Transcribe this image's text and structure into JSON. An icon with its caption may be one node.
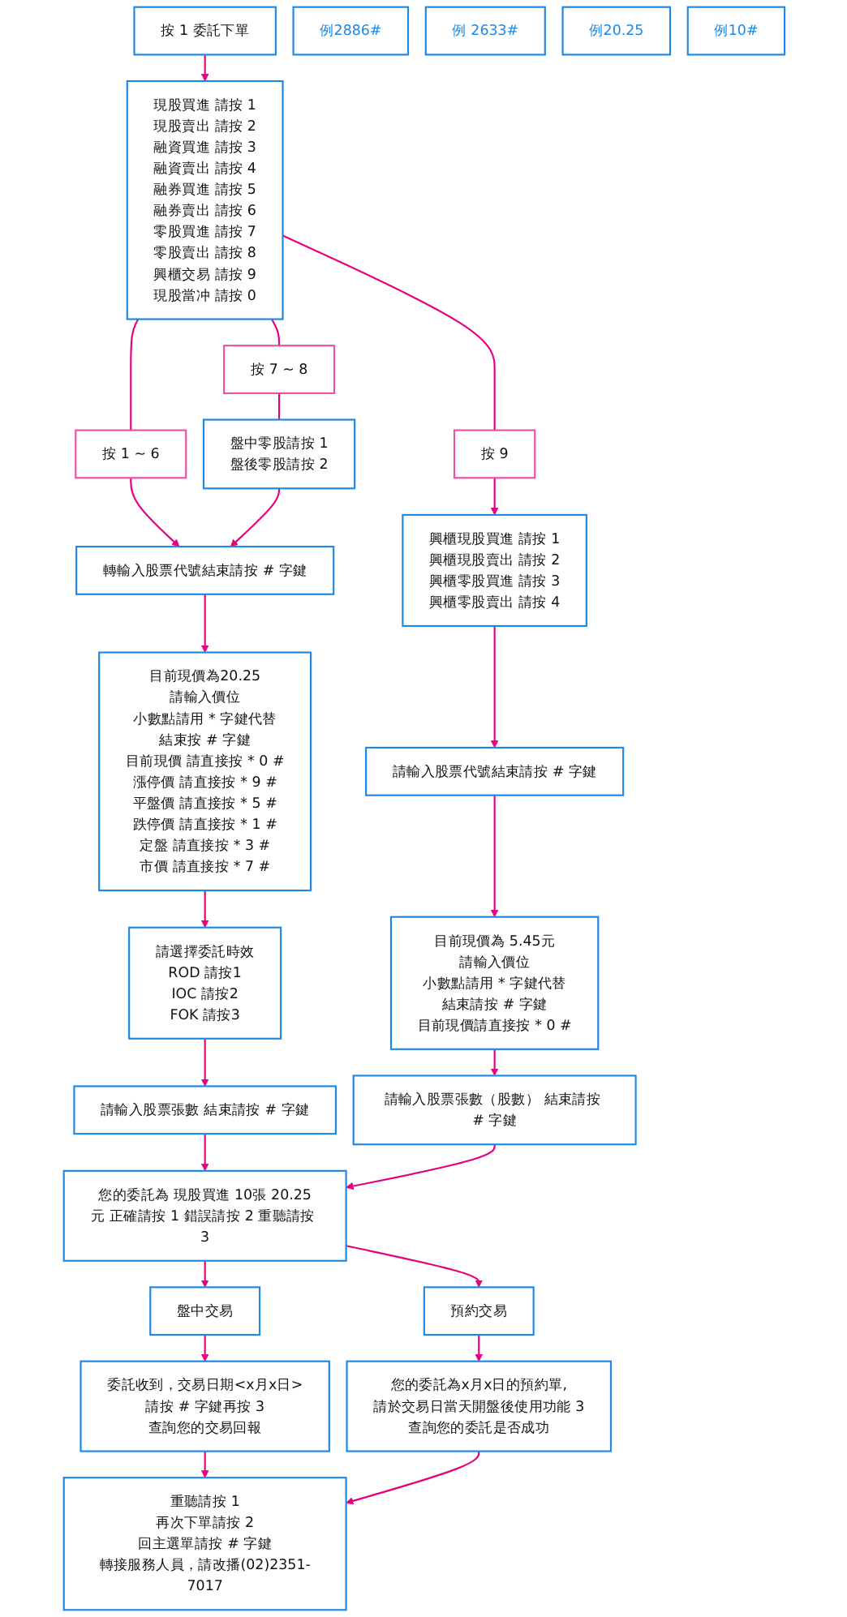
{
  "diagram": {
    "nodes": [
      {
        "text": [
          "按 1 委託下單"
        ]
      },
      {
        "text": [
          "現股買進 請按 1",
          "現股賣出 請按 2",
          "融資買進 請按 3",
          "融資賣出 請按 4",
          "融券買進 請按 5",
          "融券賣出 請按 6",
          "零股買進 請按 7",
          "零股賣出 請按 8",
          "興櫃交易 請按 9",
          "現股當冲 請按 0"
        ]
      },
      {
        "text": [
          "按 1 ~ 6"
        ]
      },
      {
        "text": [
          "按 7 ~ 8"
        ]
      },
      {
        "text": [
          "按 9"
        ]
      },
      {
        "text": [
          "盤中零股請按 1",
          "盤後零股請按 2"
        ]
      },
      {
        "text": [
          "例2886#"
        ]
      },
      {
        "text": [
          "轉輸入股票代號結束請按 # 字鍵"
        ]
      },
      {
        "text": [
          "興櫃現股買進 請按 1",
          "興櫃現股賣出 請按 2",
          "興櫃零股買進 請按 3",
          "興櫃零股賣出 請按 4"
        ]
      },
      {
        "text": [
          "目前現價為20.25",
          "請輸入價位",
          "小數點請用 * 字鍵代替",
          "結束按 # 字鍵",
          "目前現價 請直接按 * 0 #",
          "漲停價 請直接按 * 9 #",
          "平盤價 請直接按 * 5 #",
          "跌停價 請直接按 * 1 #",
          "定盤 請直接按 * 3 #",
          "市價 請直接按 * 7 #"
        ]
      },
      {
        "text": [
          "請輸入股票代號結束請按 # 字鍵"
        ]
      },
      {
        "text": [
          "例 2633#"
        ]
      },
      {
        "text": [
          "目前現價為 5.45元",
          "請輸入價位",
          "小數點請用 * 字鍵代替",
          "結束請按 # 字鍵",
          "目前現價請直接按 * 0 #"
        ]
      },
      {
        "text": [
          "例20.25"
        ]
      },
      {
        "text": [
          "請選擇委託時效",
          "ROD 請按1",
          "IOC 請按2",
          "FOK 請按3"
        ]
      },
      {
        "text": [
          "例10#"
        ]
      },
      {
        "text": [
          "請輸入股票張數（股數） 結束請按 # 字鍵"
        ]
      },
      {
        "text": [
          "請輸入股票張數 結束請按 # 字鍵"
        ]
      },
      {
        "text": [
          "您的委託為 現股買進 10張 20.25元 正確請按 1 錯誤請按 2 重聽請按 3"
        ]
      },
      {
        "text": [
          "盤中交易"
        ]
      },
      {
        "text": [
          "預約交易"
        ]
      },
      {
        "text": [
          "委託收到，交易日期<x月x日>",
          "請按 # 字鍵再按 3",
          "查詢您的交易回報"
        ]
      },
      {
        "text": [
          "您的委託為x月x日的預約單,",
          "請於交易日當天開盤後使用功能 3",
          "查詢您的委託是否成功"
        ]
      },
      {
        "text": [
          "重聽請按 1",
          "再次下單請按 2",
          "回主選單請按 # 字鍵",
          "轉接服務人員，請改播(02)2351-7017"
        ]
      }
    ],
    "edges": [
      {
        "from": 0,
        "to": 1,
        "arrow": "to"
      },
      {
        "from": 1,
        "to": 2,
        "arrow": "none"
      },
      {
        "from": 1,
        "to": 3,
        "arrow": "none"
      },
      {
        "from": 1,
        "to": 4,
        "arrow": "none"
      },
      {
        "from": 2,
        "to": 7,
        "arrow": "to"
      },
      {
        "from": 3,
        "to": 5,
        "arrow": "none"
      },
      {
        "from": 5,
        "to": 7,
        "arrow": "to"
      },
      {
        "from": 4,
        "to": 8,
        "arrow": "to"
      },
      {
        "from": 7,
        "to": 9,
        "arrow": "to"
      },
      {
        "from": 8,
        "to": 10,
        "arrow": "to"
      },
      {
        "from": 10,
        "to": 12,
        "arrow": "to"
      },
      {
        "from": 9,
        "to": 14,
        "arrow": "to"
      },
      {
        "from": 12,
        "to": 16,
        "arrow": "to"
      },
      {
        "from": 14,
        "to": 17,
        "arrow": "to"
      },
      {
        "from": 17,
        "to": 18,
        "arrow": "to"
      },
      {
        "from": 16,
        "to": 18,
        "arrow": "to"
      },
      {
        "from": 18,
        "to": 19,
        "arrow": "to"
      },
      {
        "from": 18,
        "to": 20,
        "arrow": "to"
      },
      {
        "from": 19,
        "to": 21,
        "arrow": "to"
      },
      {
        "from": 20,
        "to": 22,
        "arrow": "to"
      },
      {
        "from": 21,
        "to": 23,
        "arrow": "to"
      },
      {
        "from": 22,
        "to": 23,
        "arrow": "to"
      }
    ]
  }
}
